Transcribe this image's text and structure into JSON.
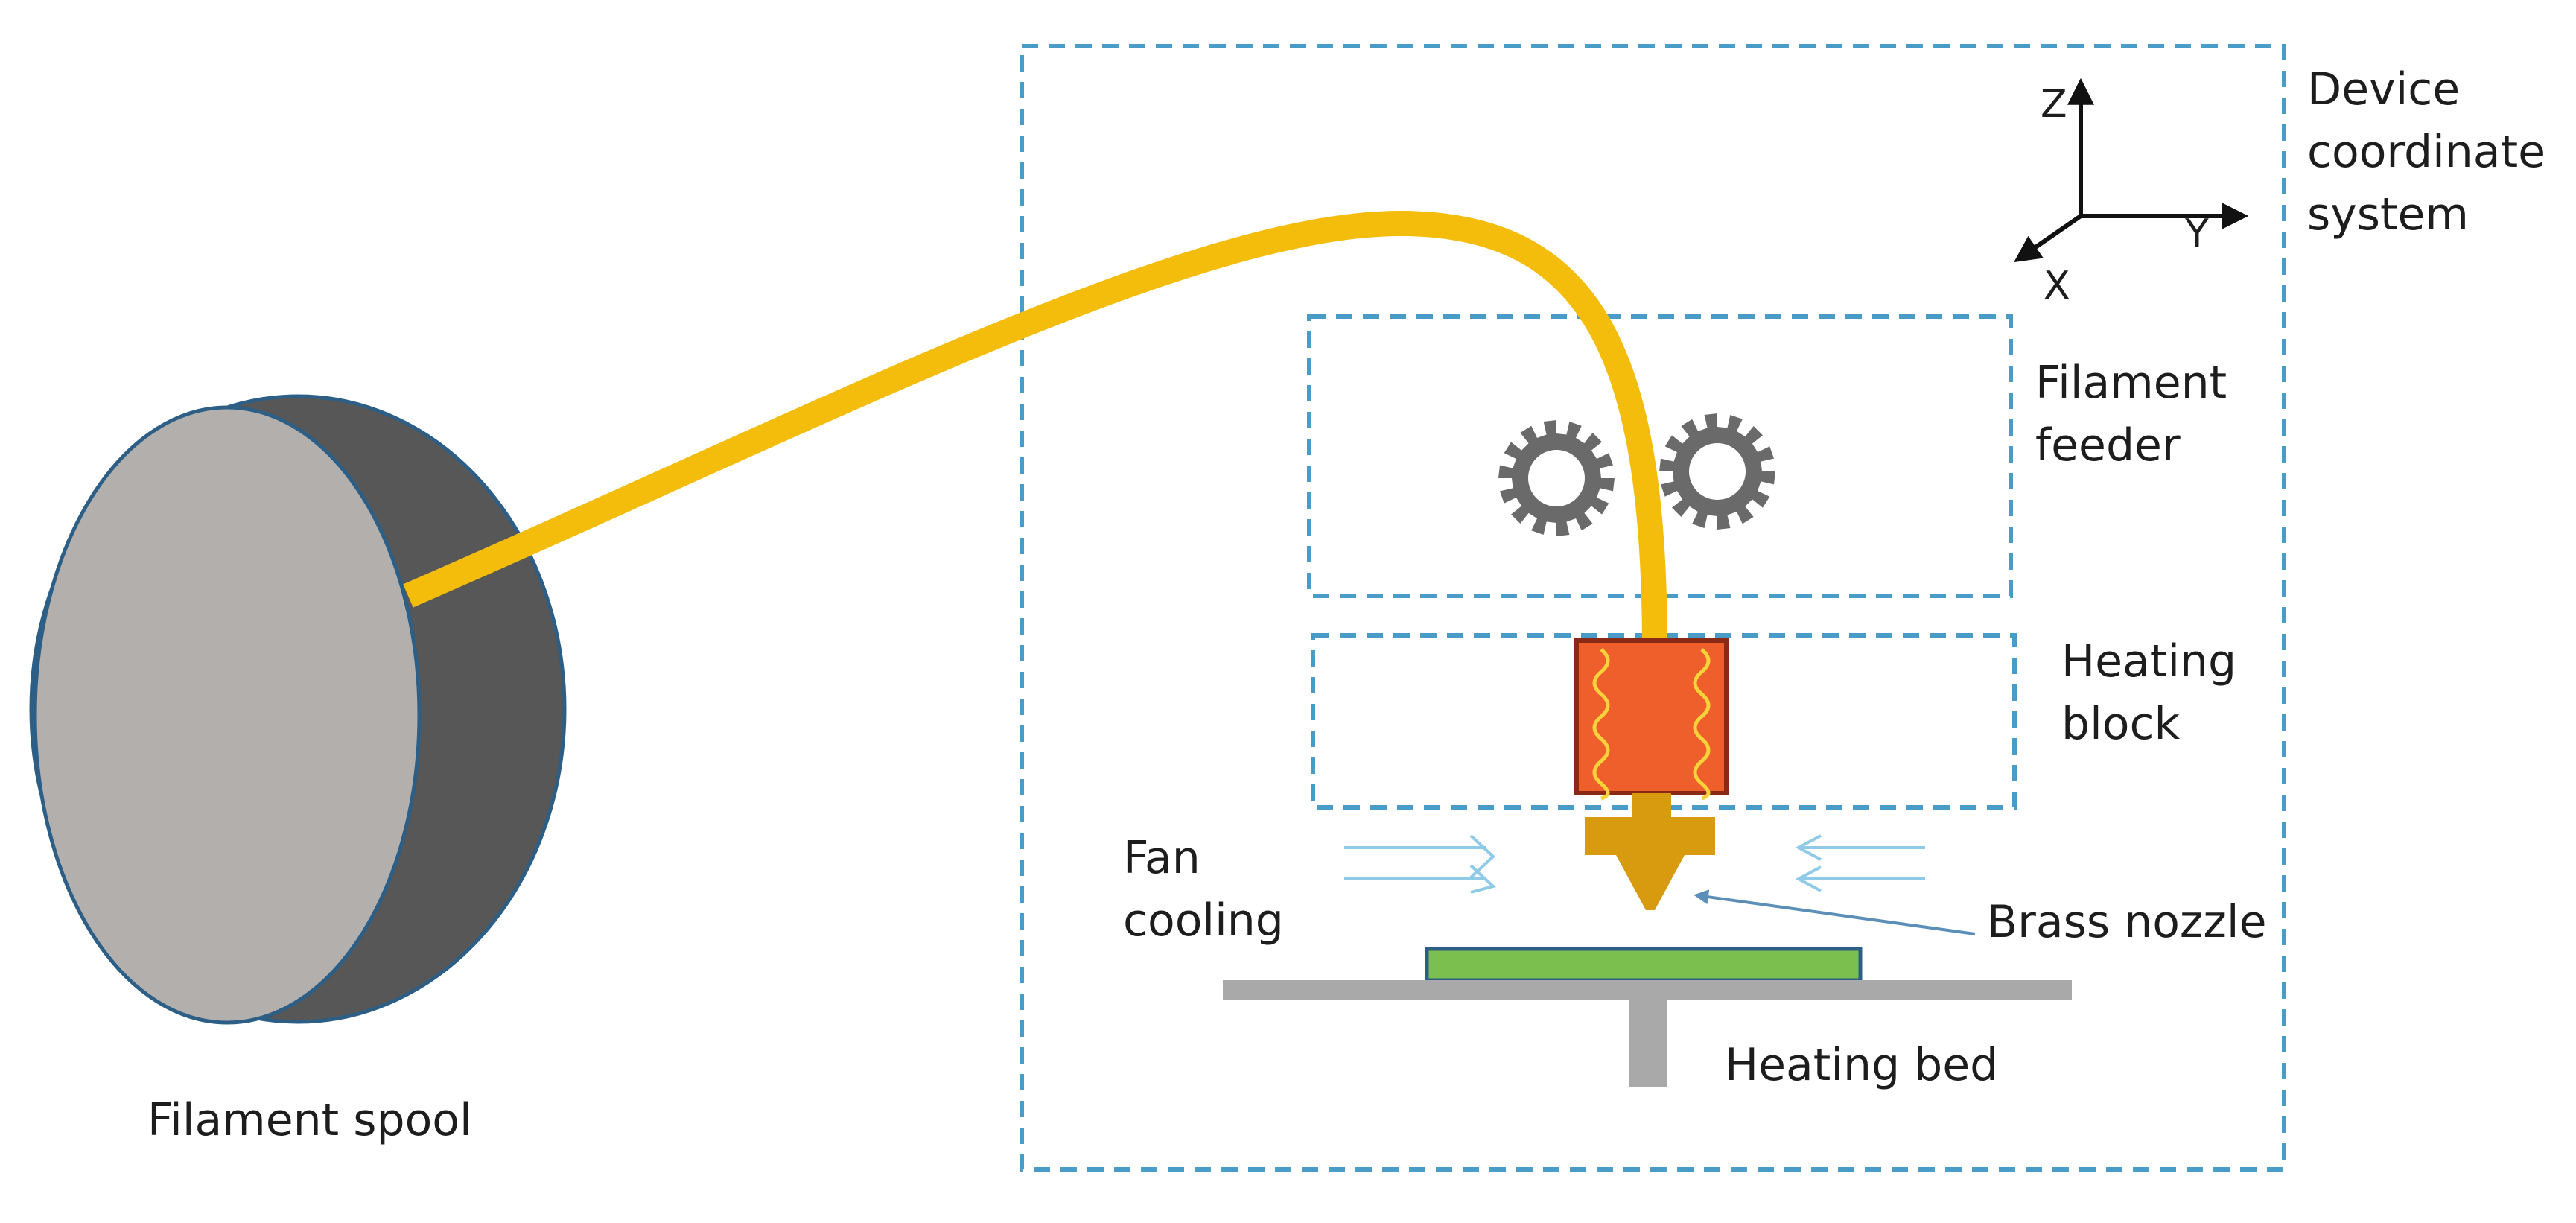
{
  "labels": {
    "filament_spool": "Filament spool",
    "device_coordinate_system": [
      "Device",
      "coordinate",
      "system"
    ],
    "filament_feeder": [
      "Filament",
      "feeder"
    ],
    "heating_block": [
      "Heating",
      "block"
    ],
    "fan_cooling": [
      "Fan",
      "cooling"
    ],
    "brass_nozzle": "Brass nozzle",
    "heating_bed": "Heating bed"
  },
  "axes": {
    "z": "Z",
    "y": "Y",
    "x": "X"
  },
  "colors": {
    "filament": "#f4bd0c",
    "spool_face": "#b3afad",
    "spool_back": "#575757",
    "spool_outline": "#2d5f86",
    "dashed_box": "#4a9cc8",
    "gear": "#6a6a6a",
    "heating_block": "#ef5f2c",
    "heating_block_border": "#8a2a16",
    "heater_coil": "#f7d23a",
    "nozzle": "#d89b10",
    "airflow": "#8fcbe8",
    "print_layer": "#7bbf4f",
    "print_layer_border": "#2d5f86",
    "bed": "#a9a9a9",
    "pointer": "#5b8fb8"
  },
  "icons": [
    "gear-icon",
    "gear-icon",
    "heater-coil-icon",
    "airflow-arrow-icon",
    "airflow-arrow-icon",
    "axis-arrow-icon"
  ]
}
